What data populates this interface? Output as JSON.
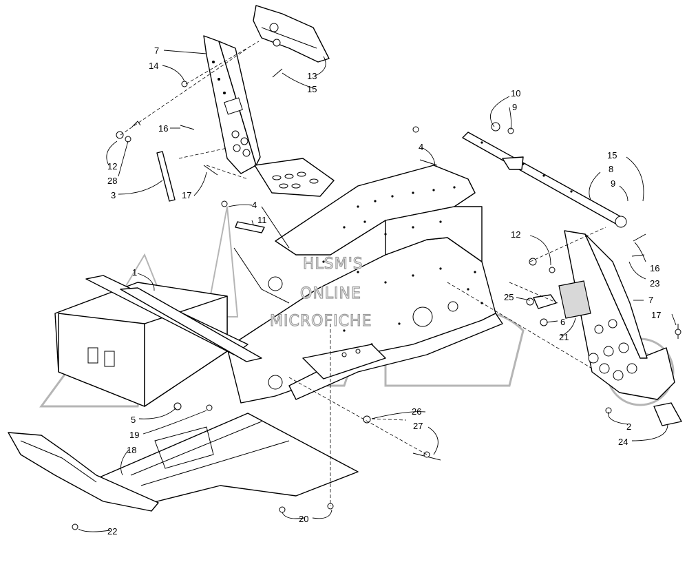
{
  "watermark": {
    "line1": "HLSM'S",
    "line2": "ONLINE",
    "line3": "MICROFICHE"
  },
  "callouts": [
    {
      "id": "c7a",
      "text": "7"
    },
    {
      "id": "c14",
      "text": "14"
    },
    {
      "id": "c13",
      "text": "13"
    },
    {
      "id": "c15a",
      "text": "15"
    },
    {
      "id": "c16a",
      "text": "16"
    },
    {
      "id": "c12a",
      "text": "12"
    },
    {
      "id": "c28",
      "text": "28"
    },
    {
      "id": "c3",
      "text": "3"
    },
    {
      "id": "c17a",
      "text": "17"
    },
    {
      "id": "c4a",
      "text": "4"
    },
    {
      "id": "c4b",
      "text": "4"
    },
    {
      "id": "c11",
      "text": "11"
    },
    {
      "id": "c10",
      "text": "10"
    },
    {
      "id": "c9a",
      "text": "9"
    },
    {
      "id": "c15b",
      "text": "15"
    },
    {
      "id": "c8",
      "text": "8"
    },
    {
      "id": "c9b",
      "text": "9"
    },
    {
      "id": "c12b",
      "text": "12"
    },
    {
      "id": "c16b",
      "text": "16"
    },
    {
      "id": "c23",
      "text": "23"
    },
    {
      "id": "c7b",
      "text": "7"
    },
    {
      "id": "c25",
      "text": "25"
    },
    {
      "id": "c6",
      "text": "6"
    },
    {
      "id": "c21",
      "text": "21"
    },
    {
      "id": "c17b",
      "text": "17"
    },
    {
      "id": "c1",
      "text": "1"
    },
    {
      "id": "c5",
      "text": "5"
    },
    {
      "id": "c19",
      "text": "19"
    },
    {
      "id": "c26",
      "text": "26"
    },
    {
      "id": "c27",
      "text": "27"
    },
    {
      "id": "c2",
      "text": "2"
    },
    {
      "id": "c24",
      "text": "24"
    },
    {
      "id": "c18",
      "text": "18"
    },
    {
      "id": "c20",
      "text": "20"
    },
    {
      "id": "c22",
      "text": "22"
    }
  ]
}
